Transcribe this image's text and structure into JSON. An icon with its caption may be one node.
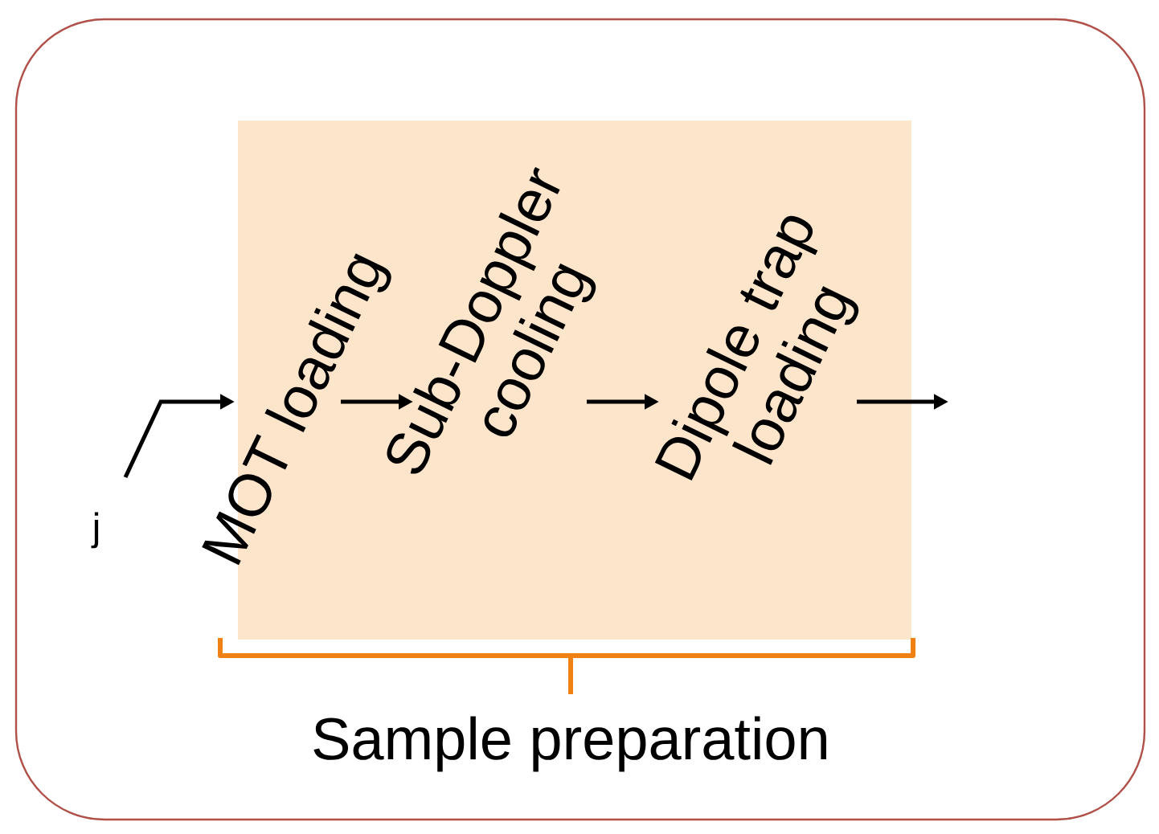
{
  "diagram": {
    "nodes": [
      {
        "text": [],
        "shape": "box"
      },
      {
        "text": [],
        "shape": "box",
        "in": 0
      },
      {
        "text": [
          "MOT loading"
        ],
        "in": 1
      },
      {
        "text": [
          "Sub-Doppler cooling"
        ],
        "in": 1
      },
      {
        "text": [
          "Dipole trap loading"
        ],
        "in": 1
      },
      {
        "text": [
          "j"
        ],
        "in": 0
      }
    ],
    "edges": [
      {
        "from": 5,
        "to": 2,
        "arrow": "to"
      },
      {
        "from": 2,
        "to": 3,
        "arrow": "to"
      },
      {
        "from": 3,
        "to": 4,
        "arrow": "to"
      },
      {
        "from": 4,
        "to": null,
        "arrow": "to"
      }
    ],
    "labels": [
      "Sample preparation"
    ]
  }
}
